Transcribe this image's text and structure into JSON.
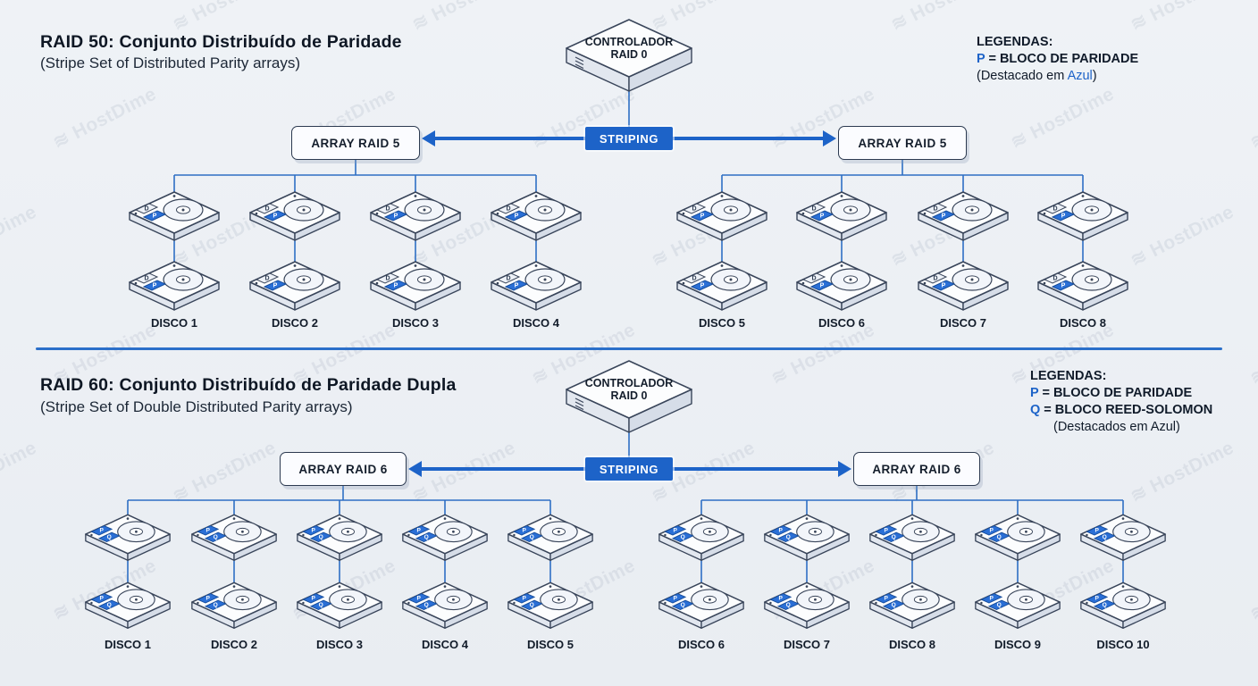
{
  "watermark": {
    "icon": "≋",
    "text": "HostDime"
  },
  "colors": {
    "accent": "#1d63c8",
    "ink": "#121c2a",
    "background": "#edf1f5"
  },
  "sections": [
    {
      "title": "RAID 50: Conjunto Distribuído de Paridade",
      "subtitle": "(Stripe Set of Distributed Parity arrays)",
      "controller": {
        "line1": "CONTROLADOR",
        "line2": "RAID 0"
      },
      "striping_label": "STRIPING",
      "arrays": [
        {
          "label": "ARRAY RAID 5",
          "disks": [
            "DISCO 1",
            "DISCO 2",
            "DISCO 3",
            "DISCO 4"
          ]
        },
        {
          "label": "ARRAY RAID 5",
          "disks": [
            "DISCO 5",
            "DISCO 6",
            "DISCO 7",
            "DISCO 8"
          ]
        }
      ],
      "block_labels": [
        "D",
        "P"
      ],
      "block_styles": [
        "light",
        "blue"
      ],
      "legend": {
        "title": "LEGENDAS:",
        "p_key": "P",
        "p_rest": " = BLOCO DE PARIDADE",
        "note_pre": "(Destacado em ",
        "note_accent": "Azul",
        "note_post": ")"
      }
    },
    {
      "title": "RAID 60: Conjunto Distribuído de Paridade Dupla",
      "subtitle": "(Stripe Set of Double Distributed Parity arrays)",
      "controller": {
        "line1": "CONTROLADOR",
        "line2": "RAID 0"
      },
      "striping_label": "STRIPING",
      "arrays": [
        {
          "label": "ARRAY RAID 6",
          "disks": [
            "DISCO 1",
            "DISCO 2",
            "DISCO 3",
            "DISCO 4",
            "DISCO 5"
          ]
        },
        {
          "label": "ARRAY RAID 6",
          "disks": [
            "DISCO 6",
            "DISCO 7",
            "DISCO 8",
            "DISCO 9",
            "DISCO 10"
          ]
        }
      ],
      "block_labels": [
        "P",
        "Q"
      ],
      "block_styles": [
        "blue",
        "blue"
      ],
      "legend": {
        "title": "LEGENDAS:",
        "p_key": "P",
        "p_rest": " = BLOCO DE PARIDADE",
        "q_key": "Q",
        "q_rest": " = BLOCO REED-SOLOMON",
        "note": "(Destacados em Azul)"
      }
    }
  ]
}
